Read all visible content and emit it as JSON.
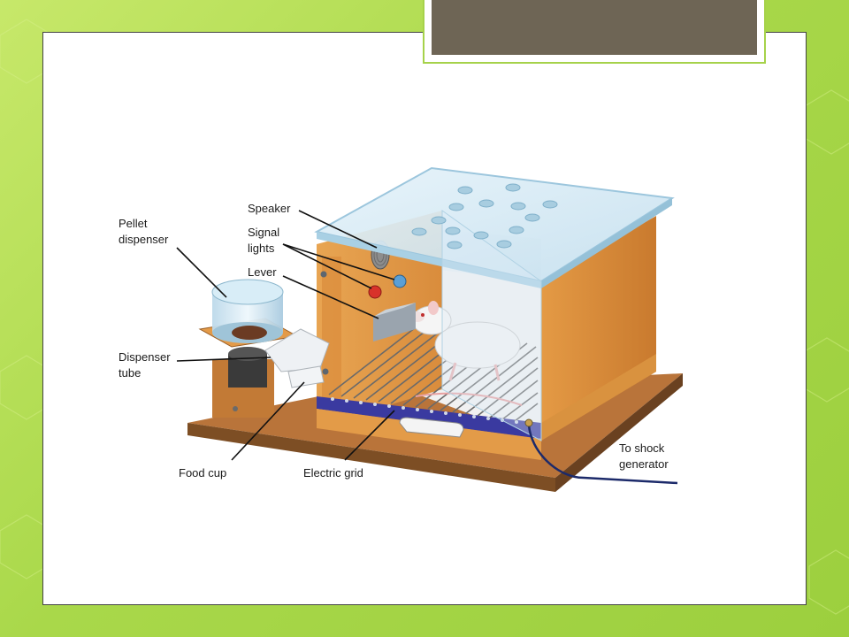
{
  "diagram": {
    "labels": {
      "pellet_dispenser_1": "Pellet",
      "pellet_dispenser_2": "dispenser",
      "speaker": "Speaker",
      "signal_lights_1": "Signal",
      "signal_lights_2": "lights",
      "lever": "Lever",
      "dispenser_tube_1": "Dispenser",
      "dispenser_tube_2": "tube",
      "food_cup": "Food cup",
      "electric_grid": "Electric grid",
      "shock_generator_1": "To shock",
      "shock_generator_2": "generator"
    }
  },
  "colors": {
    "background_green": "#a9d84a",
    "title_bar": "#6e6555",
    "box_wood": "#e09a4a",
    "base_wood": "#8a5a2e",
    "glass": "#cfe6f3",
    "signal_red": "#d8322a",
    "signal_blue": "#5a9fd6",
    "grid_blue": "#3a3aa0",
    "shock_wire": "#1c2a6a"
  }
}
